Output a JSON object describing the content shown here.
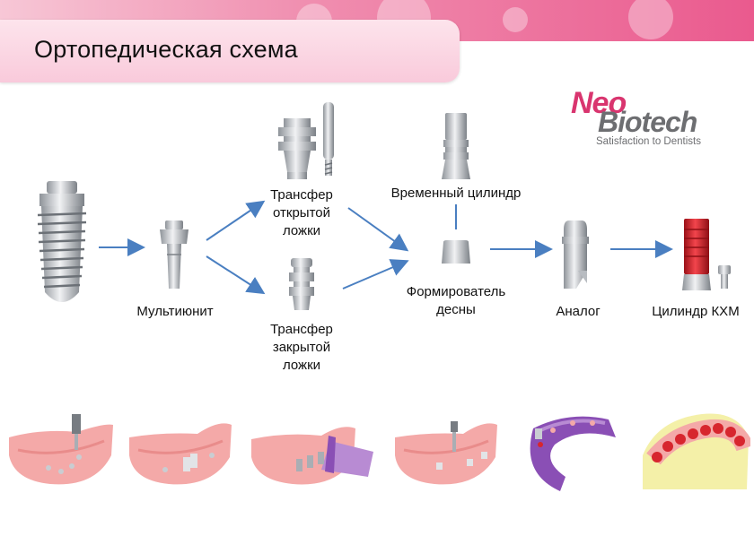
{
  "header": {
    "title": "Ортопедическая схема"
  },
  "logo": {
    "brand_neo": "Neo",
    "brand_biotech": "Biotech",
    "tagline": "Satisfaction to Dentists"
  },
  "components": {
    "multiunit": "Мультиюнит",
    "open_tray_transfer": [
      "Трансфер",
      "открытой",
      "ложки"
    ],
    "closed_tray_transfer": [
      "Трансфер",
      "закрытой",
      "ложки"
    ],
    "temp_cylinder": "Временный цилиндр",
    "healing_cap": [
      "Формирователь",
      "десны"
    ],
    "analog": "Аналог",
    "ccm_cylinder": "Цилиндр КХМ"
  },
  "colors": {
    "accent_pink": "#ea5a8e",
    "arrow_blue": "#4a7fc1",
    "metal": "#c9cdd2",
    "gum": "#f4a9a8",
    "red_cylinder": "#d7262e",
    "purple_tray": "#8a4fb5"
  },
  "icons": [
    "implant-icon",
    "multiunit-icon",
    "open-transfer-icon",
    "closed-transfer-icon",
    "temp-cylinder-icon",
    "healing-cap-icon",
    "analog-icon",
    "ccm-cylinder-icon"
  ]
}
